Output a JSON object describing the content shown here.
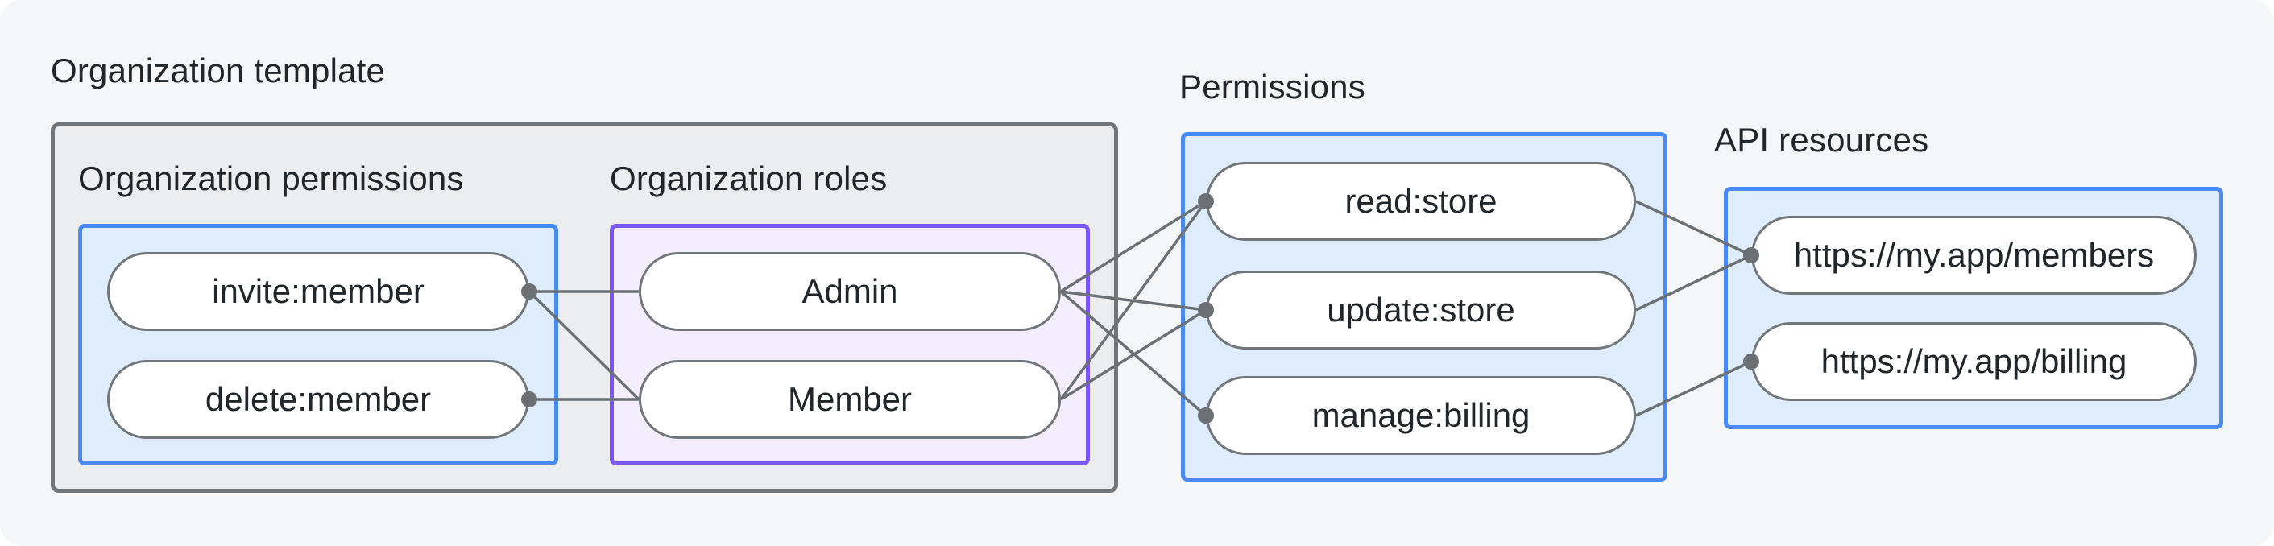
{
  "diagram": {
    "org_template": {
      "label": "Organization template",
      "org_permissions": {
        "label": "Organization permissions",
        "pills": {
          "invite": "invite:member",
          "delete": "delete:member"
        }
      },
      "org_roles": {
        "label": "Organization roles",
        "pills": {
          "admin": "Admin",
          "member": "Member"
        }
      }
    },
    "permissions": {
      "label": "Permissions",
      "pills": {
        "read": "read:store",
        "update": "update:store",
        "manage": "manage:billing"
      }
    },
    "api_resources": {
      "label": "API resources",
      "pills": {
        "members": "https://my.app/members",
        "billing": "https://my.app/billing"
      }
    },
    "edges": [
      {
        "from": "invite:member",
        "to": "Admin"
      },
      {
        "from": "invite:member",
        "to": "Member"
      },
      {
        "from": "delete:member",
        "to": "Member"
      },
      {
        "from": "Admin",
        "to": "read:store"
      },
      {
        "from": "Admin",
        "to": "update:store"
      },
      {
        "from": "Admin",
        "to": "manage:billing"
      },
      {
        "from": "Member",
        "to": "read:store"
      },
      {
        "from": "Member",
        "to": "update:store"
      },
      {
        "from": "read:store",
        "to": "https://my.app/members"
      },
      {
        "from": "update:store",
        "to": "https://my.app/members"
      },
      {
        "from": "manage:billing",
        "to": "https://my.app/billing"
      }
    ],
    "connection_dots": [
      "invite:member right edge",
      "delete:member right edge",
      "read:store left edge",
      "update:store left edge",
      "manage:billing left edge",
      "https://my.app/members left edge",
      "https://my.app/billing left edge"
    ],
    "colors": {
      "canvas_bg": "#f4f6f7",
      "gray_box_fill": "#ecedee",
      "gray_box_border": "#71767a",
      "blue_box_fill": "#deecfc",
      "blue_box_border": "#4a8af4",
      "purple_box_fill": "#f3edfc",
      "purple_box_border": "#7a56f6",
      "pill_fill": "#ffffff",
      "pill_border": "#71767a",
      "connector": "#6b7075",
      "text": "#21262b"
    }
  }
}
